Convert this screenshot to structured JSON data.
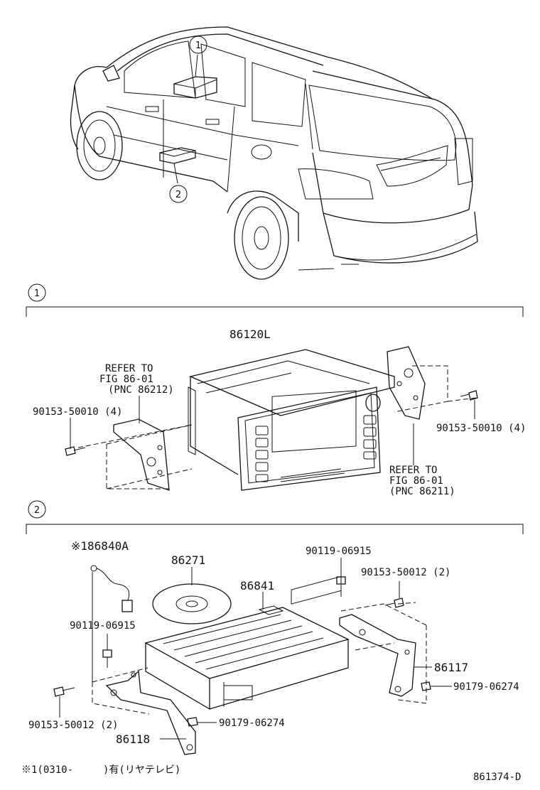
{
  "callouts": {
    "one": "1",
    "two": "2"
  },
  "section1": {
    "marker": "1",
    "head_unit": "86120L",
    "refer_left": [
      "REFER TO",
      "FIG 86-01",
      "(PNC 86212)"
    ],
    "refer_right": [
      "REFER TO",
      "FIG 86-01",
      "(PNC 86211)"
    ],
    "bolt_left": "90153-50010 (4)",
    "bolt_right": "90153-50010 (4)"
  },
  "section2": {
    "marker": "2",
    "cable": "※186840A",
    "disc": "86271",
    "changer": "86841",
    "screw_left": "90119-06915",
    "screw_right": "90119-06915",
    "bolt_top_right": "90153-50012 (2)",
    "bolt_bottom_left": "90153-50012 (2)",
    "bracket_right": "86117",
    "bracket_left": "86118",
    "nut_right": "90179-06274",
    "nut_bottom": "90179-06274"
  },
  "footnote": "※1(0310-　　　)有(リヤテレビ)",
  "diagram_id": "861374-D"
}
